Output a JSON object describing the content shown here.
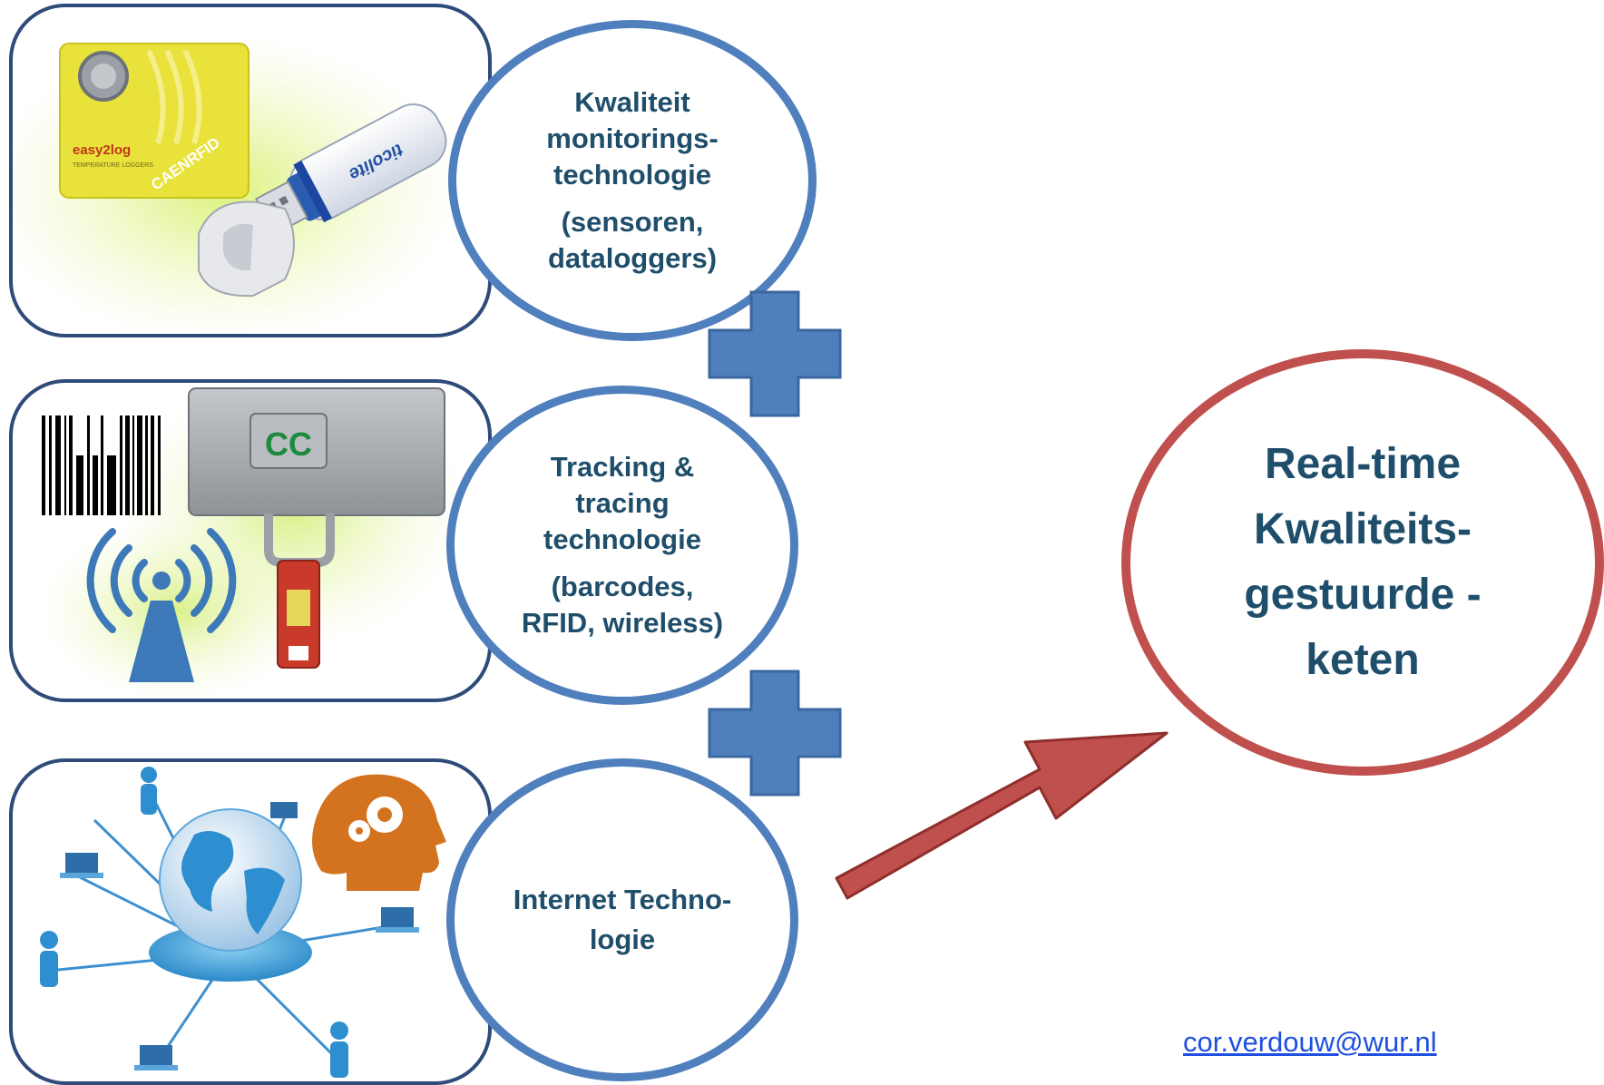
{
  "boxes": [
    {
      "title_lines": [
        "Kwaliteit",
        "monitorings-",
        "technologie"
      ],
      "sub_lines": [
        "(sensoren,",
        "dataloggers)"
      ],
      "image_text": {
        "logger_brand": "easy2log",
        "logger_maker": "CAENRFID",
        "logger_sub": "TEMPERATURE LOGGERS",
        "usb_brand": "ticolite"
      }
    },
    {
      "title_lines": [
        "Tracking &",
        "tracing",
        "technologie"
      ],
      "sub_lines": [
        "(barcodes,",
        "RFID, wireless)"
      ],
      "image_text": {
        "tag_logo": "CC"
      }
    },
    {
      "title_lines": [
        "Internet Techno-",
        "logie"
      ],
      "sub_lines": []
    }
  ],
  "result_lines": [
    "Real-time",
    "Kwaliteits-",
    "gestuurde -",
    "keten"
  ],
  "email": "cor.verdouw@wur.nl",
  "colors": {
    "panel_border": "#2f4b7a",
    "circle_border": "#4f7fbd",
    "plus": "#4f7fbd",
    "target_border": "#c0504d",
    "arrow": "#c0504d",
    "text": "#1f4e6b"
  },
  "icons": [
    "usb-datalogger-icon",
    "barcode-icon",
    "wireless-antenna-icon",
    "rfid-tag-icon",
    "globe-network-icon",
    "head-gears-icon"
  ]
}
